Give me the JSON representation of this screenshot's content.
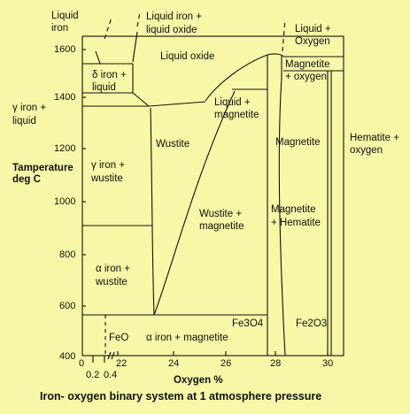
{
  "diagram": {
    "caption": "Iron- oxygen binary system at 1 atmosphere pressure",
    "y_axis_title_line1": "Tamperature",
    "y_axis_title_line2": "deg C",
    "x_axis_title": "Oxygen %",
    "y_ticks": [
      "400",
      "600",
      "800",
      "1000",
      "1200",
      "1400",
      "1600"
    ],
    "x_ticks": [
      "0",
      "22",
      "24",
      "26",
      "28",
      "30"
    ],
    "x_ticks_low": [
      "0.2",
      "0.4"
    ],
    "regions": {
      "liquid_iron_1": "Liquid",
      "liquid_iron_2": "iron",
      "liquid_iron_oxide_1": "Liquid iron +",
      "liquid_iron_oxide_2": "liquid oxide",
      "liquid_oxide": "Liquid oxide",
      "liquid_oxygen_1": "Liquid +",
      "liquid_oxygen_2": "Oxygen",
      "delta_liquid_1": "δ iron +",
      "delta_liquid_2": "liquid",
      "gamma_liquid_1": "γ iron +",
      "gamma_liquid_2": "liquid",
      "magnetite_oxygen_1": "Magnetite",
      "magnetite_oxygen_2": "+ oxygen",
      "liquid_magnetite_1": "Liquid +",
      "liquid_magnetite_2": "magnetite",
      "hematite_oxygen_1": "Hematite +",
      "hematite_oxygen_2": "oxygen",
      "wustite": "Wustite",
      "magnetite": "Magnetite",
      "gamma_wustite_1": "γ iron +",
      "gamma_wustite_2": "wustite",
      "wustite_magnetite_1": "Wustite +",
      "wustite_magnetite_2": "magnetite",
      "magnetite_hematite_1": "Magnetite",
      "magnetite_hematite_2": "+ Hematite",
      "alpha_wustite_1": "α iron +",
      "alpha_wustite_2": "wustite",
      "fe3o4": "Fe3O4",
      "fe2o3": "Fe2O3",
      "feo": "FeO",
      "alpha_magnetite": "α iron + magnetite"
    }
  }
}
